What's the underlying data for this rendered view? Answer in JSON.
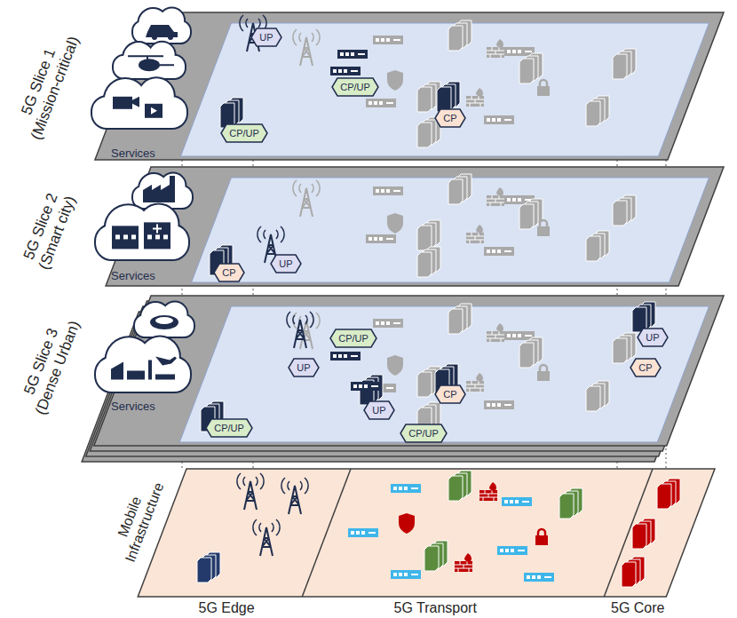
{
  "diagram": {
    "nodes": [
      {
        "text": [
          "5G Slice 1 (Mission-critical)",
          "Services"
        ]
      },
      {
        "text": [
          "UP"
        ],
        "in": 0
      },
      {
        "text": [
          "CP/UP"
        ],
        "in": 0
      },
      {
        "text": [
          "CP"
        ],
        "in": 0
      },
      {
        "text": [
          "CP/UP"
        ],
        "in": 0
      },
      {
        "text": [
          "5G Slice 2 (Smart city)",
          "Services"
        ]
      },
      {
        "text": [
          "UP"
        ],
        "in": 5
      },
      {
        "text": [
          "CP"
        ],
        "in": 5
      },
      {
        "text": [
          "5G Slice 3 (Dense Urban)",
          "Services"
        ]
      },
      {
        "text": [
          "UP"
        ],
        "in": 8
      },
      {
        "text": [
          "CP/UP"
        ],
        "in": 8
      },
      {
        "text": [
          "UP"
        ],
        "in": 8
      },
      {
        "text": [
          "CP"
        ],
        "in": 8
      },
      {
        "text": [
          "CP"
        ],
        "in": 8
      },
      {
        "text": [
          "UP"
        ],
        "in": 8
      },
      {
        "text": [
          "CP/UP"
        ],
        "in": 8
      },
      {
        "text": [
          "CP/UP"
        ],
        "in": 8
      },
      {
        "text": [
          "Mobile Infrastructure"
        ]
      }
    ],
    "labels": [
      "5G Edge",
      "5G Transport",
      "5G Core"
    ]
  }
}
